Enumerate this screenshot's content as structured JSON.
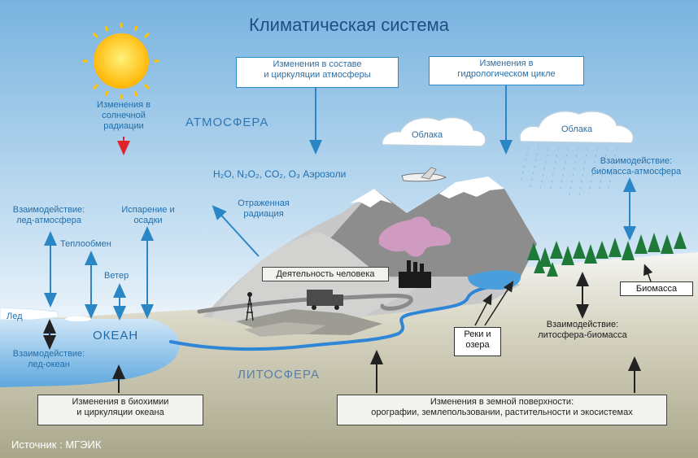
{
  "title": "Климатическая система",
  "zones": {
    "atmosphere": "АТМОСФЕРА",
    "ocean": "ОКЕАН",
    "lithosphere": "ЛИТОСФЕРА"
  },
  "labels": {
    "solar_change": [
      "Изменения в",
      "солнечной",
      "радиации"
    ],
    "gases": "H₂O, N₂O₂, CO₂, O₃ Аэрозоли",
    "reflected": [
      "Отраженная",
      "радиация"
    ],
    "ice_atmo": [
      "Взаимодействие:",
      "лед-атмосфера"
    ],
    "heat_exchange": "Теплообмен",
    "evaporation": [
      "Испарение и",
      "осадки"
    ],
    "wind": "Ветер",
    "ice": "Лед",
    "ice_ocean": [
      "Взаимодействие:",
      "лед-океан"
    ],
    "cloud_left": "Облака",
    "cloud_right": "Облака",
    "bio_atmo": [
      "Взаимодействие:",
      "биомасса-атмосфера"
    ],
    "litho_bio": [
      "Взаимодействие:",
      "литосфера-биомасса"
    ],
    "source": "Источник : МГЭИК"
  },
  "boxes": {
    "atmo_change": [
      "Изменения в составе",
      "и циркуляции атмосферы"
    ],
    "hydro_change": [
      "Изменения в",
      "гидрологическом цикле"
    ],
    "human_activity": "Деятельность человека",
    "rivers_lakes": [
      "Реки и",
      "озера"
    ],
    "biomass": "Биомасса",
    "ocean_change": [
      "Изменения в биохимии",
      "и циркуляции океана"
    ],
    "surface_change": [
      "Изменения в земной поверхности:",
      "орографии, землепользовании, растительности и экосистемах"
    ]
  },
  "colors": {
    "sky_top": "#7fb6e0",
    "sky_bottom": "#ffffff",
    "ground": "#b9b79c",
    "ocean": "#7fb8e4",
    "sun": "#ffd21f",
    "arrow": "#2a86c5",
    "solar_arrow": "#e0242a",
    "trees": "#1f7a3a"
  }
}
